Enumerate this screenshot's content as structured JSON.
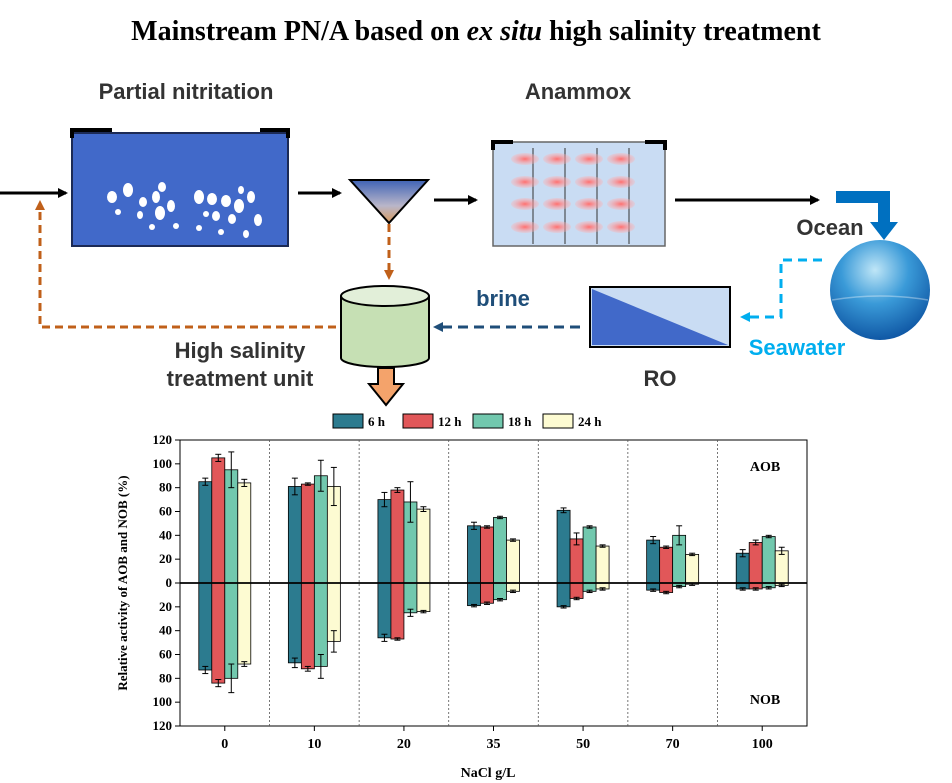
{
  "title": {
    "main": "Mainstream PN/A based on ",
    "italic": "ex situ",
    "rest": " high salinity treatment"
  },
  "labels": {
    "partial_nitritation": "Partial nitritation",
    "anammox": "Anammox",
    "ocean": "Ocean",
    "brine": "brine",
    "seawater": "Seawater",
    "ro": "RO",
    "treatment_unit_line1": "High salinity",
    "treatment_unit_line2": "treatment unit"
  },
  "colors": {
    "tank_blue": "#4169c9",
    "anammox_fill": "#c9dcf3",
    "brine_arrow": "#1f4e79",
    "recycle_arrow": "#c0601a",
    "seawater_arrow": "#00aeef",
    "ocean_arrow": "#0070c0",
    "cylinder_fill": "#c6e0b4",
    "down_arrow": "#f4a36b"
  },
  "chart_data": {
    "type": "bar",
    "categories": [
      "0",
      "10",
      "20",
      "35",
      "50",
      "70",
      "100"
    ],
    "xlabel": "NaCl g/L",
    "ylabel": "Relative activity of AOB and NOB (%)",
    "ylim": [
      -120,
      120
    ],
    "yticks": [
      120,
      100,
      80,
      60,
      40,
      20,
      0,
      20,
      40,
      60,
      80,
      100,
      120
    ],
    "annotations": {
      "top": "AOB",
      "bottom": "NOB"
    },
    "legend_position": "top",
    "series": [
      {
        "name": "6 h",
        "color": "#2c7b8f",
        "aob": [
          85,
          81,
          70,
          48,
          61,
          36,
          25
        ],
        "aob_err": [
          3,
          7,
          6,
          3,
          2,
          3,
          3
        ],
        "nob": [
          73,
          67,
          46,
          19,
          20,
          6,
          5
        ],
        "nob_err": [
          3,
          4,
          3,
          1,
          1,
          1,
          1
        ]
      },
      {
        "name": "12 h",
        "color": "#e15759",
        "aob": [
          105,
          83,
          78,
          47,
          37,
          30,
          34
        ],
        "aob_err": [
          3,
          1,
          2,
          1,
          5,
          1,
          2
        ],
        "nob": [
          84,
          72,
          47,
          17,
          13,
          8,
          5
        ],
        "nob_err": [
          3,
          2,
          1,
          1,
          1,
          1,
          1
        ]
      },
      {
        "name": "18 h",
        "color": "#72c8ae",
        "aob": [
          95,
          90,
          68,
          55,
          47,
          40,
          39
        ],
        "aob_err": [
          15,
          13,
          17,
          1,
          1,
          8,
          1
        ],
        "nob": [
          80,
          70,
          25,
          14,
          7,
          3,
          4
        ],
        "nob_err": [
          12,
          10,
          3,
          1,
          1,
          1,
          1
        ]
      },
      {
        "name": "24 h",
        "color": "#fdfbd2",
        "aob": [
          84,
          81,
          62,
          36,
          31,
          24,
          27
        ],
        "aob_err": [
          3,
          16,
          2,
          1,
          1,
          1,
          3
        ],
        "nob": [
          68,
          49,
          24,
          7,
          5,
          1,
          2
        ],
        "nob_err": [
          2,
          9,
          1,
          1,
          1,
          1,
          1
        ]
      }
    ]
  }
}
